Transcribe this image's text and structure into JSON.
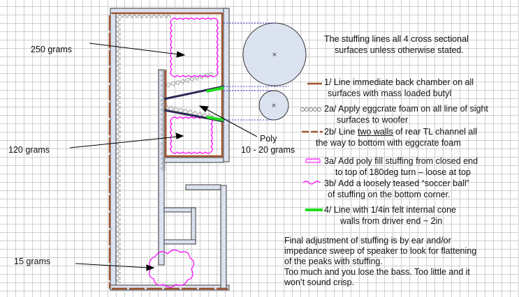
{
  "header": {
    "line1": "The stuffing lines all 4 cross sectional",
    "line2": "surfaces unless otherwise stated."
  },
  "weights": {
    "top": "250 grams",
    "middle": "120 grams",
    "bottom": "15 grams",
    "poly_title": "Poly",
    "poly_weight": "10 - 20 grams"
  },
  "legend": [
    {
      "id": "1",
      "line1": "1/ Line immediate back chamber on all",
      "line2": "surfaces with mass loaded butyl",
      "color": "#a0522d"
    },
    {
      "id": "2a",
      "line1": "2a/ Apply eggcrate foam on all line of sight",
      "line2": "surfaces to woofer",
      "color": "#808080"
    },
    {
      "id": "2b",
      "prefix": "2b/ Line ",
      "underlined": "two walls",
      "suffix": " of rear TL channel all",
      "line2": "the way to bottom with eggcrate foam",
      "color": "#a0522d"
    },
    {
      "id": "3a",
      "line1": "3a/ Add poly fill stuffing from closed end",
      "line2": "to top of 180deg turn – loose at top",
      "color": "#ff00ff"
    },
    {
      "id": "3b",
      "line1": "3b/ Add a loosely teased “soccer ball”",
      "line2": "of stuffing on the bottom corner.",
      "color": "#ff00ff"
    },
    {
      "id": "4",
      "line1": "4/ Line with 1/4in felt internal cone",
      "line2": "walls from driver end ~ 2in",
      "color": "#22dd22"
    }
  ],
  "final_note": [
    "Final adjustment of stuffing is by ear and/or",
    "impedance sweep of speaker to look for flattening",
    "of the peaks with stuffing.",
    "Too much and you lose the bass. Too little and it",
    "won’t sound crisp."
  ],
  "colors": {
    "panel_fill": "#dce3f0",
    "panel_stroke": "#5a5a5a",
    "butyl": "#a0522d",
    "poly": "#ff00ff",
    "felt": "#22dd22",
    "connector": "#0000cc"
  }
}
